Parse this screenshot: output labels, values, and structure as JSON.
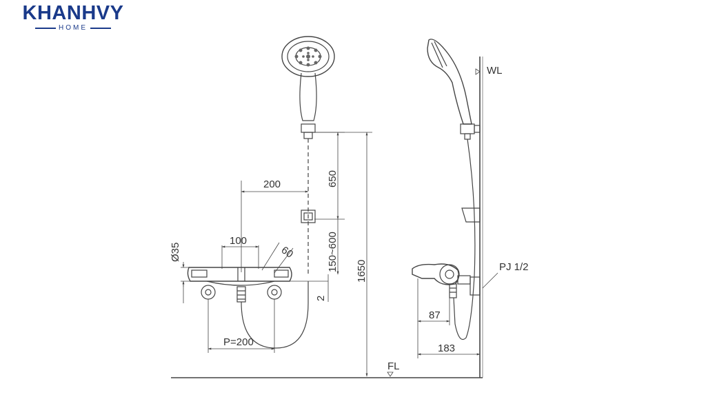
{
  "brand": {
    "name": "KHANHVY",
    "tagline": "HOME",
    "color": "#1a3a8a"
  },
  "drawing": {
    "line_color": "#444444",
    "dim_200_top": "200",
    "dim_650": "650",
    "dim_100": "100",
    "dim_60": "60",
    "dim_d35": "Ø35",
    "dim_150_600": "150~600",
    "dim_1650": "1650",
    "dim_2": "2",
    "dim_p200": "P=200",
    "label_wl": "WL",
    "label_pj": "PJ 1/2",
    "dim_87": "87",
    "dim_183": "183",
    "label_fl": "FL"
  }
}
